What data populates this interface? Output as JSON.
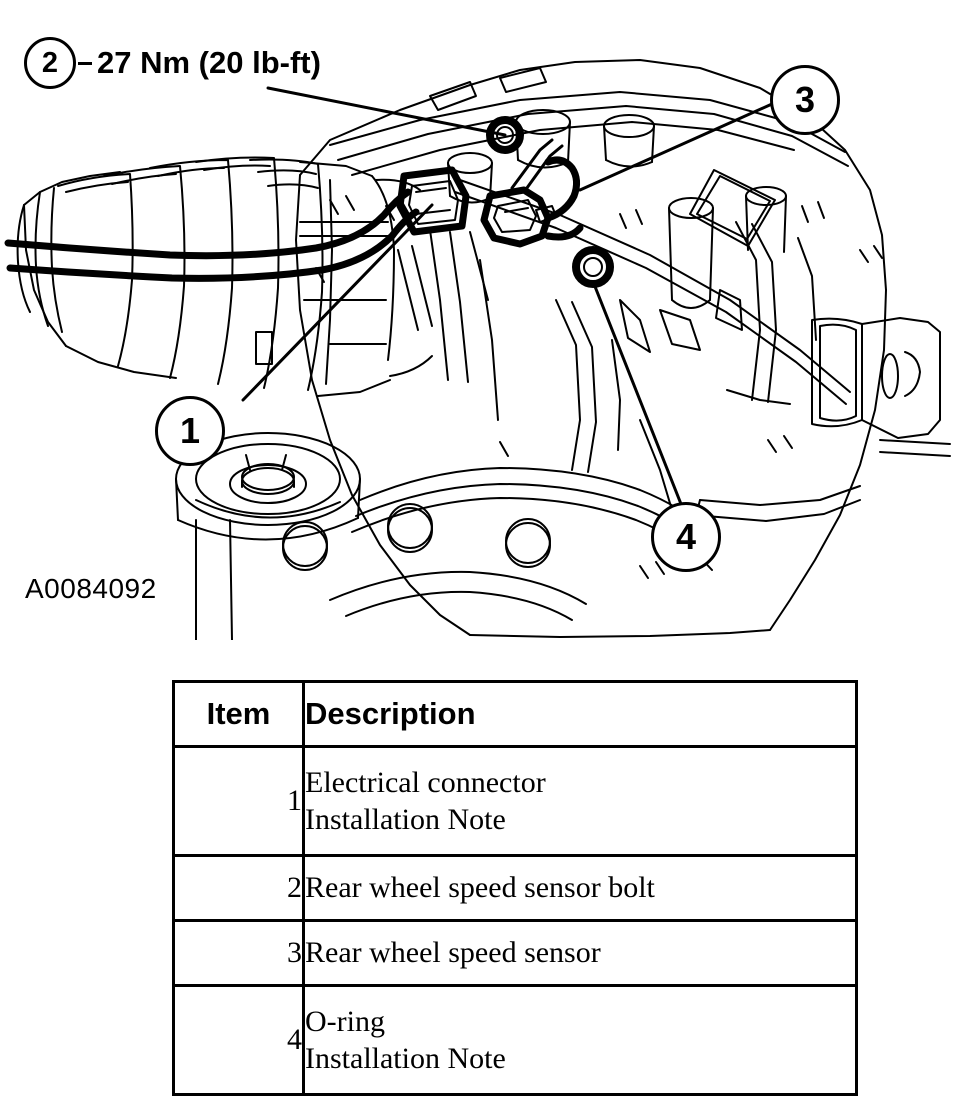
{
  "figure": {
    "id_label": "A0084092",
    "torque_note": {
      "callout_number": "2",
      "value": "27 Nm (20 lb-ft)"
    },
    "callouts": [
      {
        "number": "1",
        "target": "electrical-connector"
      },
      {
        "number": "2",
        "target": "rear-wheel-speed-sensor-bolt"
      },
      {
        "number": "3",
        "target": "rear-wheel-speed-sensor"
      },
      {
        "number": "4",
        "target": "o-ring"
      }
    ],
    "illustration": {
      "subject": "rear axle differential housing with wheel speed sensor",
      "line_color": "#000000",
      "background_color": "#ffffff"
    }
  },
  "legend": {
    "columns": [
      "Item",
      "Description"
    ],
    "rows": [
      {
        "item": "1",
        "description_line1": "Electrical connector",
        "description_line2": "Installation Note"
      },
      {
        "item": "2",
        "description_line1": "Rear wheel speed sensor bolt",
        "description_line2": ""
      },
      {
        "item": "3",
        "description_line1": "Rear wheel speed sensor",
        "description_line2": ""
      },
      {
        "item": "4",
        "description_line1": "O-ring",
        "description_line2": "Installation Note"
      }
    ]
  }
}
